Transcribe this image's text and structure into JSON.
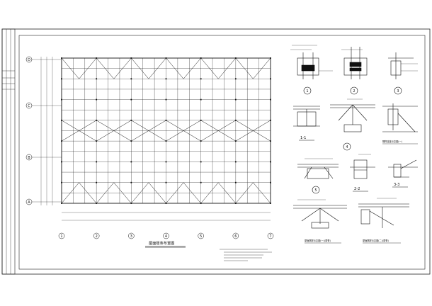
{
  "drawing": {
    "plan_title": "屋面檩条布置图",
    "details": {
      "d1": {
        "num": "1"
      },
      "d2": {
        "num": "2"
      },
      "d3": {
        "num": "3"
      },
      "d4": {
        "num": "4"
      },
      "d5": {
        "num": "5"
      },
      "s11": "1-1",
      "s22": "2-2",
      "s33": "3-3",
      "cap_a": "隅撑连接示意图(一)",
      "cap_b": "屋面隅撑示意图(一)(屋脊)",
      "cap_c": "屋面隅撑示意图(二)(屋脊)"
    },
    "axes": {
      "rows": [
        "D",
        "C",
        "B",
        "A"
      ],
      "cols": [
        "1",
        "2",
        "3",
        "4",
        "5",
        "6",
        "7"
      ]
    }
  }
}
